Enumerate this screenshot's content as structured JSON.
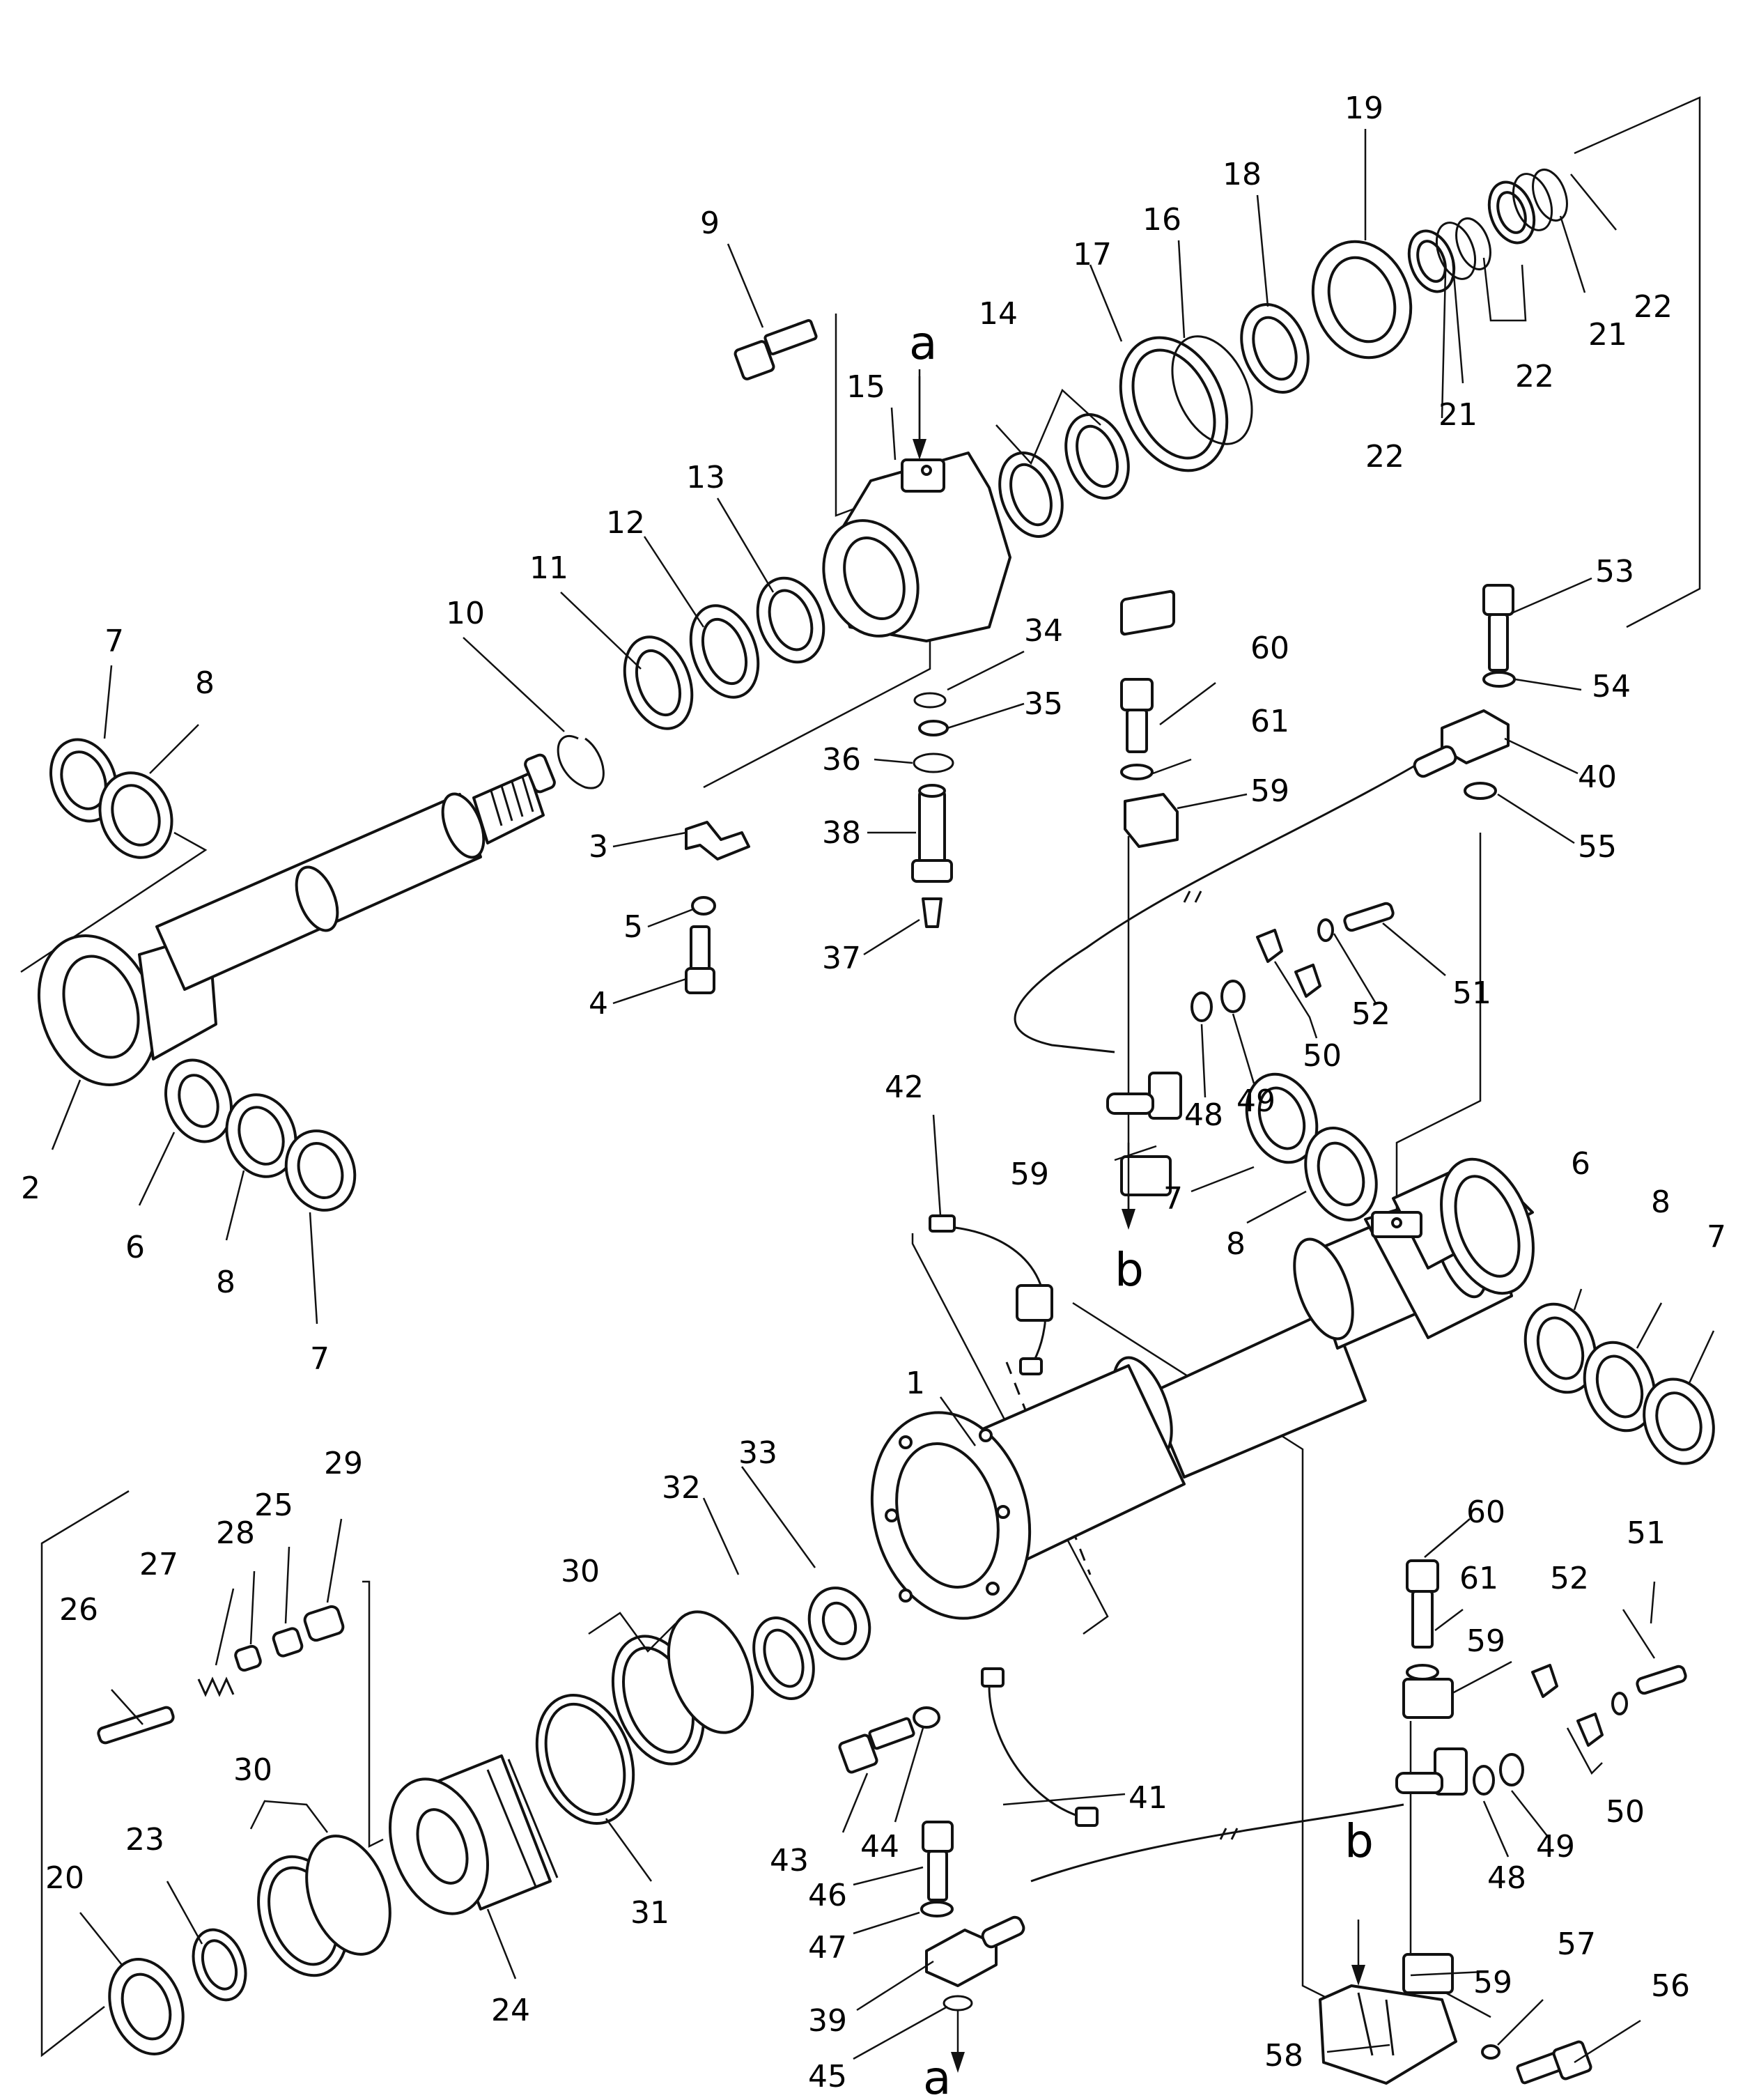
{
  "refs": {
    "a_top": "a",
    "a_bottom": "a",
    "b_left": "b",
    "b_right": "b"
  },
  "labels": {
    "p1": "1",
    "p2": "2",
    "p3": "3",
    "p4": "4",
    "p5": "5",
    "p6a": "6",
    "p6b": "6",
    "p7a": "7",
    "p7b": "7",
    "p7c": "7",
    "p7d": "7",
    "p8a": "8",
    "p8b": "8",
    "p8c": "8",
    "p8d": "8",
    "p9": "9",
    "p10": "10",
    "p11": "11",
    "p12": "12",
    "p13": "13",
    "p14": "14",
    "p15": "15",
    "p16": "16",
    "p17": "17",
    "p18": "18",
    "p19": "19",
    "p20": "20",
    "p21a": "21",
    "p21b": "21",
    "p22a": "22",
    "p22b": "22",
    "p22c": "22",
    "p23": "23",
    "p24": "24",
    "p25": "25",
    "p26": "26",
    "p27": "27",
    "p28": "28",
    "p29": "29",
    "p30a": "30",
    "p30b": "30",
    "p31": "31",
    "p32": "32",
    "p33": "33",
    "p34": "34",
    "p35": "35",
    "p36": "36",
    "p37": "37",
    "p38": "38",
    "p39": "39",
    "p40": "40",
    "p41": "41",
    "p42": "42",
    "p43": "43",
    "p44": "44",
    "p45": "45",
    "p46": "46",
    "p47": "47",
    "p48a": "48",
    "p48b": "48",
    "p49a": "49",
    "p49b": "49",
    "p50a": "50",
    "p50b": "50",
    "p51a": "51",
    "p51b": "51",
    "p52a": "52",
    "p52b": "52",
    "p53": "53",
    "p54": "54",
    "p55": "55",
    "p56": "56",
    "p57": "57",
    "p58": "58",
    "p59a": "59",
    "p59b": "59",
    "p59c": "59",
    "p59d": "59",
    "p60a": "60",
    "p60b": "60",
    "p61a": "61",
    "p61b": "61"
  }
}
